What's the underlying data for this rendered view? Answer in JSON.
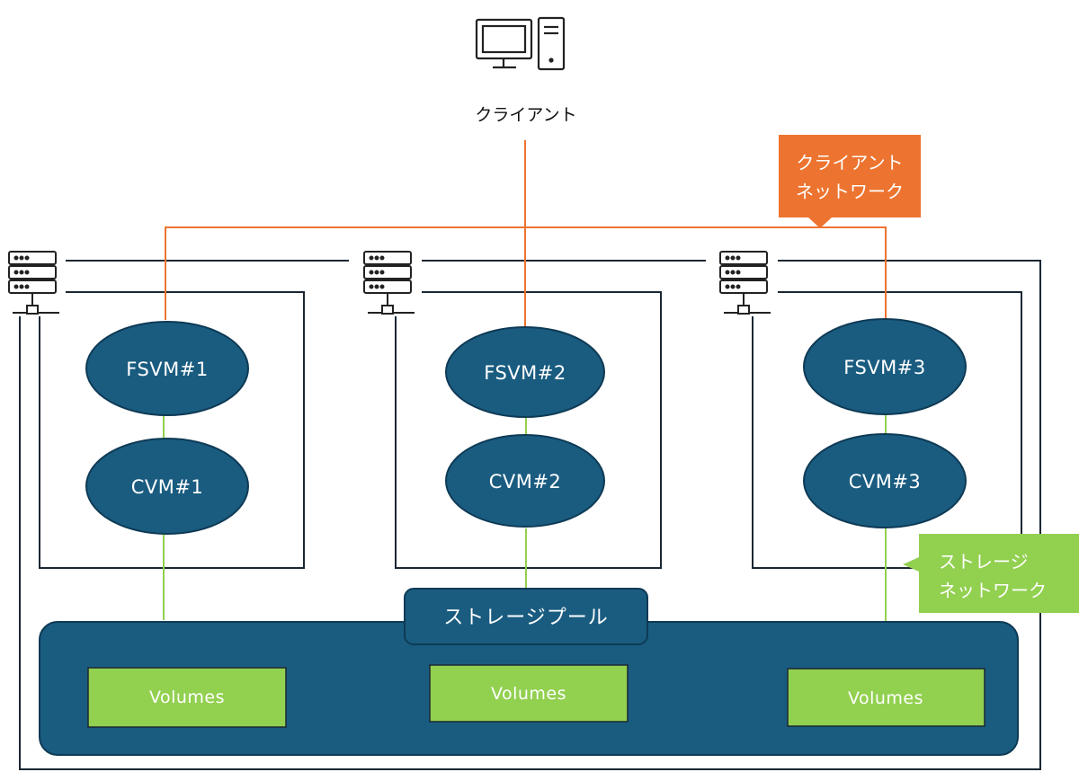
{
  "client": {
    "label": "クライアント",
    "icon": "desktop-computer-icon"
  },
  "client_network_callout": {
    "lines": [
      "クライアント",
      "ネットワーク"
    ],
    "color": "#ed7430"
  },
  "storage_network_callout": {
    "lines": [
      "ストレージ",
      "ネットワーク"
    ],
    "color": "#92d050"
  },
  "storage_pool": {
    "label": "ストレージプール",
    "color": "#1a5c80"
  },
  "nodes": [
    {
      "icon": "server-icon",
      "fsvm": "FSVM#1",
      "cvm": "CVM#1",
      "volumes": "Volumes"
    },
    {
      "icon": "server-icon",
      "fsvm": "FSVM#2",
      "cvm": "CVM#2",
      "volumes": "Volumes"
    },
    {
      "icon": "server-icon",
      "fsvm": "FSVM#3",
      "cvm": "CVM#3",
      "volumes": "Volumes"
    }
  ],
  "colors": {
    "vm_fill": "#1a5c80",
    "vm_stroke": "#0e3a55",
    "volume_fill": "#92d050",
    "client_link": "#ed7430",
    "storage_link": "#92d050",
    "node_line": "#1a2733"
  }
}
